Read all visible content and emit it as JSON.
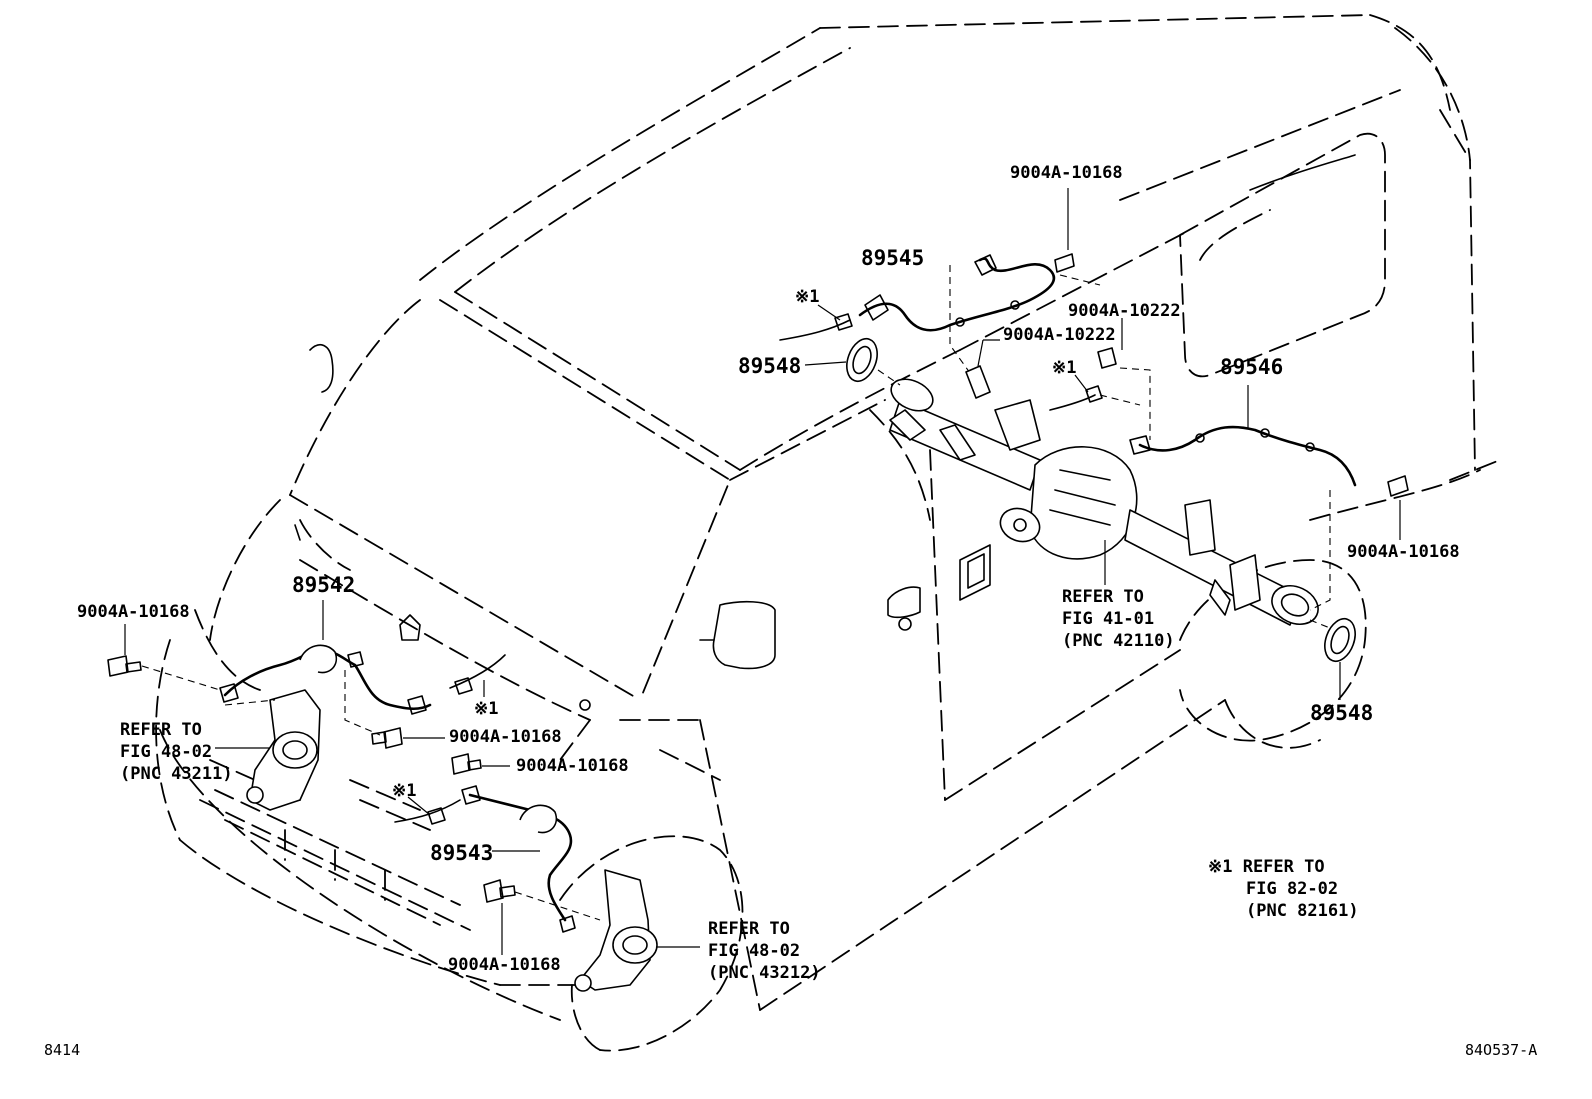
{
  "diagram": {
    "labels": {
      "p89545": "89545",
      "p89548_top": "89548",
      "p89546": "89546",
      "p89548_bottom": "89548",
      "p89542": "89542",
      "p89543": "89543",
      "bolt_top_rear": "9004A-10168",
      "bolt_rear_10222_a": "9004A-10222",
      "bolt_rear_10222_b": "9004A-10222",
      "bolt_rear_right": "9004A-10168",
      "bolt_front_left": "9004A-10168",
      "bolt_front_mid_a": "9004A-10168",
      "bolt_front_mid_b": "9004A-10168",
      "bolt_front_bottom": "9004A-10168",
      "mark_rear_a": "※1",
      "mark_rear_b": "※1",
      "mark_front_a": "※1",
      "mark_front_b": "※1"
    },
    "refer_rear_axle": [
      "REFER TO",
      "FIG 41-01",
      "(PNC 42110)"
    ],
    "refer_front_left": [
      "REFER TO",
      "FIG 48-02",
      "(PNC 43211)"
    ],
    "refer_front_right": [
      "REFER TO",
      "FIG 48-02",
      "(PNC 43212)"
    ],
    "note": [
      "※1 REFER TO",
      "FIG 82-02",
      "(PNC 82161)"
    ],
    "footer_left": "8414",
    "footer_right": "84O537-A"
  }
}
